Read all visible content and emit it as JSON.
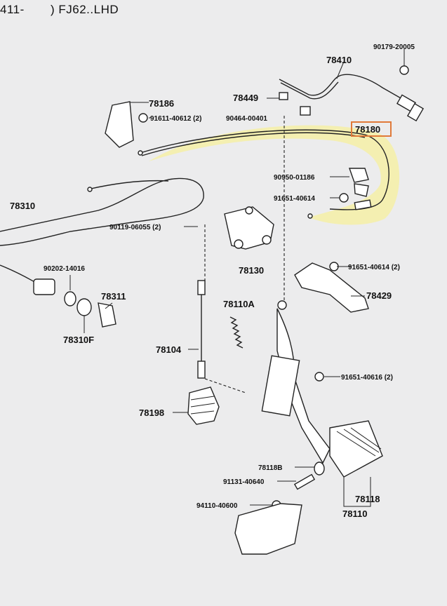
{
  "header": {
    "left": "411-",
    "right": ") FJ62..LHD"
  },
  "highlight_color": "#e07a3a",
  "labels": {
    "p78410": "78410",
    "p90179": "90179-20005",
    "p78449": "78449",
    "p78186": "78186",
    "p91611": "91611-40612 (2)",
    "p90464": "90464-00401",
    "p78180": "78180",
    "p90950": "90950-01186",
    "p91651a": "91651-40614",
    "p78310": "78310",
    "p90119": "90119-06055 (2)",
    "p78130": "78130",
    "p90202": "90202-14016",
    "p91651b": "91651-40614 (2)",
    "p78429": "78429",
    "p78311": "78311",
    "p78310f": "78310F",
    "p78110a": "78110A",
    "p78104": "78104",
    "p91651c": "91651-40616 (2)",
    "p78198": "78198",
    "p78118b": "78118B",
    "p91131": "91131-40640",
    "p94110": "94110-40600",
    "p78118": "78118",
    "p78110": "78110"
  }
}
